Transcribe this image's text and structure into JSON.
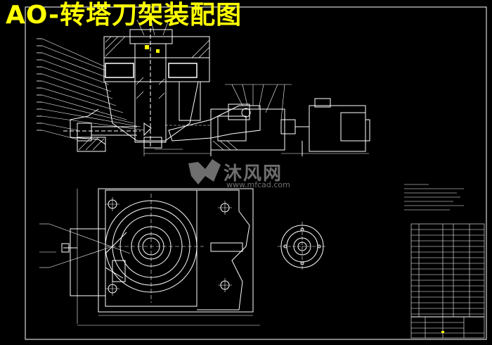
{
  "title": "AO-转塔刀架装配图",
  "watermark": {
    "name": "沐风网",
    "url": "www.mfcad.com"
  },
  "colors": {
    "background": "#000000",
    "title": "#ffff00",
    "lines": "#ffffff",
    "watermark": "#c8c8c8"
  }
}
